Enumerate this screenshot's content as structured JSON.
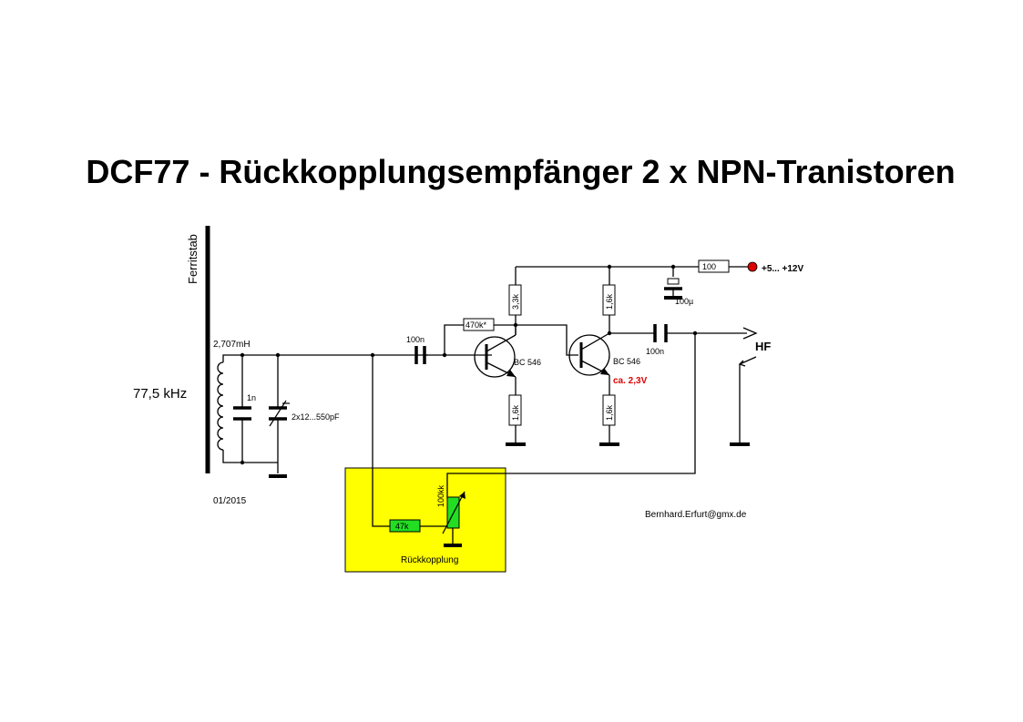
{
  "title": "DCF77 - Rückkopplungsempfänger 2 x NPN-Tranistoren",
  "labels": {
    "ferrite_rod": "Ferritstab",
    "frequency": "77,5 kHz",
    "coil": "2,707mH",
    "cap_1n": "1n",
    "trimmer": "2x12...550pF",
    "date": "01/2015",
    "cap_100n_in": "100n",
    "r_470k": "470k*",
    "r_3k3": "3,3k",
    "t1": "BC 546",
    "r_1k6_e1": "1,6k",
    "r_1k6_c2": "1,6k",
    "t2": "BC 546",
    "voltage": "ca. 2,3V",
    "r_1k6_e2": "1,6k",
    "cap_100n_out": "100n",
    "r_100": "100",
    "cap_100u": "100µ",
    "supply": "+5... +12V",
    "hf": "HF",
    "r_47k": "47k",
    "pot": "100kk",
    "feedback": "Rückkopplung",
    "email": "Bernhard.Erfurt@gmx.de"
  },
  "colors": {
    "feedback_box": "#ffff00",
    "component_fill": "#22dd22",
    "voltage_text": "#dd0000",
    "supply_terminal": "#dd0000"
  }
}
